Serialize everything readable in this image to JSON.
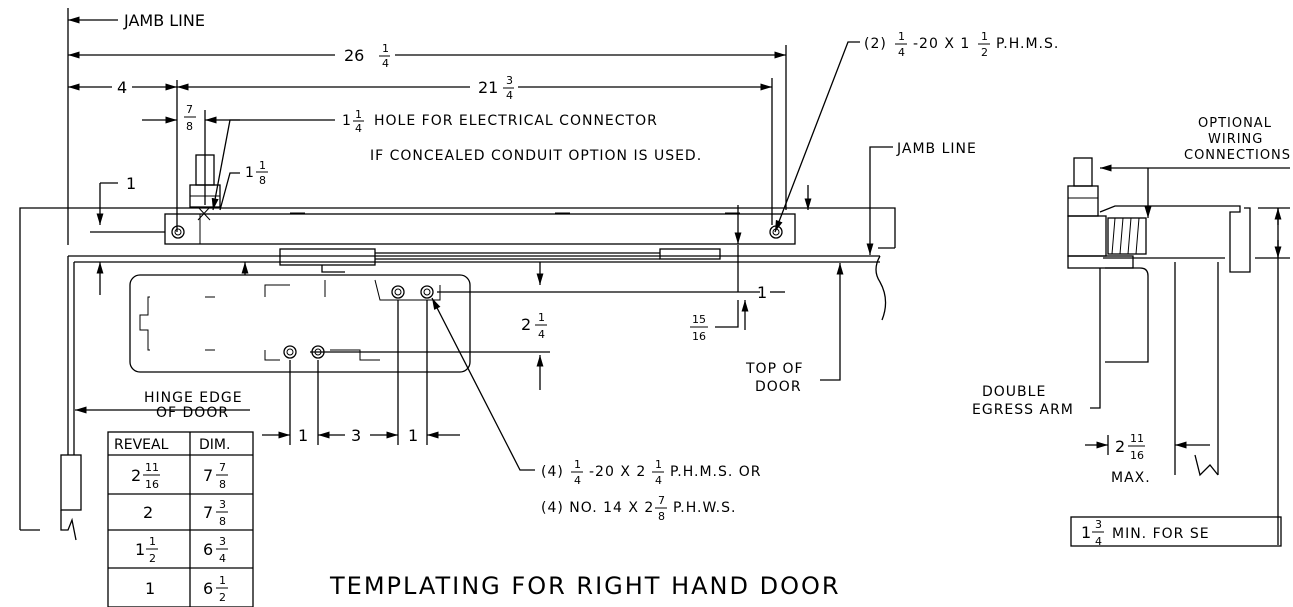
{
  "labels": {
    "jamb_line_top": "JAMB LINE",
    "jamb_line_right": "JAMB LINE",
    "dim_26": "26",
    "dim_26_frac": "1/4",
    "dim_21": "21",
    "dim_21_frac": "3/4",
    "dim_4": "4",
    "dim_7_8": "7/8",
    "dim_1_left": "1",
    "dim_1_1_8": "1 1/8",
    "hole_note_line1": "1 1/4 HOLE FOR ELECTRICAL CONNECTOR",
    "hole_note_line2": "IF CONCEALED CONDUIT OPTION IS USED.",
    "screws_top": "(2) 1/4 -20 X 1 1/2 P.H.M.S.",
    "dim_2_1_4": "2 1/4",
    "dim_1_right": "1",
    "dim_15_16": "15/16",
    "top_of_door_1": "TOP OF",
    "top_of_door_2": "DOOR",
    "hinge_edge_1": "HINGE EDGE",
    "hinge_edge_2": "OF DOOR",
    "spacing_1a": "1",
    "spacing_3": "3",
    "spacing_1b": "1",
    "screws_bottom_1": "(4) 1/4 -20 X 2 1/4 P.H.M.S. OR",
    "screws_bottom_2": "(4) NO. 14 X 2 7/8 P.H.W.S.",
    "optional_1": "OPTIONAL",
    "optional_2": "WIRING",
    "optional_3": "CONNECTIONS",
    "double_egress_1": "DOUBLE",
    "double_egress_2": "EGRESS ARM",
    "dim_2_11_16": "2 11/16",
    "max": "MAX.",
    "min_for_se": "1 3/4 MIN. FOR SE",
    "title": "TEMPLATING FOR RIGHT HAND DOOR"
  },
  "reveal_table": {
    "headers": [
      "REVEAL",
      "DIM."
    ],
    "rows": [
      [
        "2 11/16",
        "7 7/8"
      ],
      [
        "2",
        "7 3/8"
      ],
      [
        "1 1/2",
        "6 3/4"
      ],
      [
        "1",
        "6 1/2"
      ]
    ]
  }
}
